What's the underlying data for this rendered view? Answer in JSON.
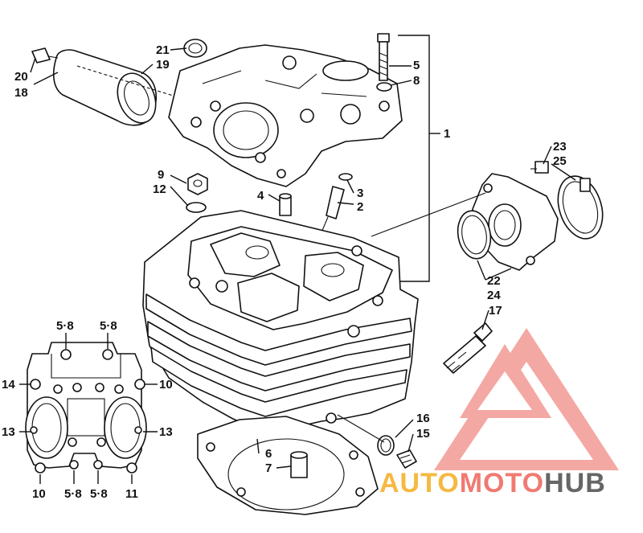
{
  "diagram": {
    "callouts": [
      {
        "id": "c20",
        "text": "20"
      },
      {
        "id": "c18",
        "text": "18"
      },
      {
        "id": "c21",
        "text": "21"
      },
      {
        "id": "c19",
        "text": "19"
      },
      {
        "id": "c5",
        "text": "5"
      },
      {
        "id": "c8",
        "text": "8"
      },
      {
        "id": "c1",
        "text": "1"
      },
      {
        "id": "c23",
        "text": "23"
      },
      {
        "id": "c25",
        "text": "25"
      },
      {
        "id": "c9",
        "text": "9"
      },
      {
        "id": "c12",
        "text": "12"
      },
      {
        "id": "c4",
        "text": "4"
      },
      {
        "id": "c3",
        "text": "3"
      },
      {
        "id": "c2",
        "text": "2"
      },
      {
        "id": "c22",
        "text": "22"
      },
      {
        "id": "c24",
        "text": "24"
      },
      {
        "id": "c17",
        "text": "17"
      },
      {
        "id": "c16",
        "text": "16"
      },
      {
        "id": "c15",
        "text": "15"
      },
      {
        "id": "c6",
        "text": "6"
      },
      {
        "id": "c7",
        "text": "7"
      }
    ],
    "inset_callouts": [
      {
        "id": "i58a",
        "text": "5·8"
      },
      {
        "id": "i58b",
        "text": "5·8"
      },
      {
        "id": "i14",
        "text": "14"
      },
      {
        "id": "i10a",
        "text": "10"
      },
      {
        "id": "i13a",
        "text": "13"
      },
      {
        "id": "i13b",
        "text": "13"
      },
      {
        "id": "i10b",
        "text": "10"
      },
      {
        "id": "i58c",
        "text": "5·8"
      },
      {
        "id": "i58d",
        "text": "5·8"
      },
      {
        "id": "i11",
        "text": "11"
      }
    ]
  },
  "watermark": {
    "word1": "AUTO",
    "word2": "MOTO",
    "word3": "HUB",
    "colors": {
      "logo": "#f07a72",
      "auto": "#f5b942",
      "moto": "#f07a72",
      "hub": "#666666"
    }
  }
}
